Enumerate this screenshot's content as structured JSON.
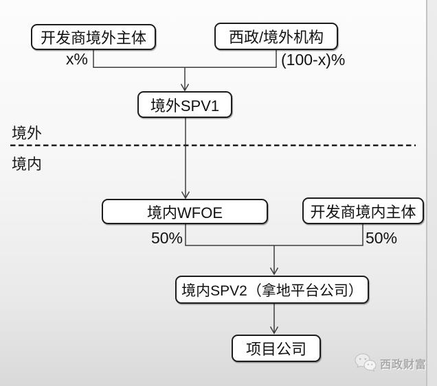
{
  "colors": {
    "background_top": "#fcfcfc",
    "background_bottom": "#d9d9d9",
    "box_fill": "#ffffff",
    "box_border": "#1c1c1c",
    "connector": "#3c3c3c",
    "divider": "#1a1a1a",
    "watermark_text": "#a9a9a9"
  },
  "diagram": {
    "regions": {
      "offshore": {
        "label": "境外"
      },
      "onshore": {
        "label": "境内"
      }
    },
    "nodes": {
      "offshore_developer": {
        "label": "开发商境外主体"
      },
      "xizheng_offshore": {
        "label": "西政/境外机构"
      },
      "offshore_spv1": {
        "label": "境外SPV1"
      },
      "onshore_wfoe": {
        "label": "境内WFOE"
      },
      "onshore_developer": {
        "label": "开发商境内主体"
      },
      "onshore_spv2": {
        "label": "境内SPV2（拿地平台公司）"
      },
      "project_company": {
        "label": "项目公司"
      }
    },
    "edge_labels": {
      "offshore_developer_share": "x%",
      "xizheng_share": "(100-x)%",
      "wfoe_share": "50%",
      "onshore_developer_share": "50%"
    }
  },
  "watermark": {
    "icon": "wechat-bubbles-icon",
    "brand": "西政财富"
  }
}
